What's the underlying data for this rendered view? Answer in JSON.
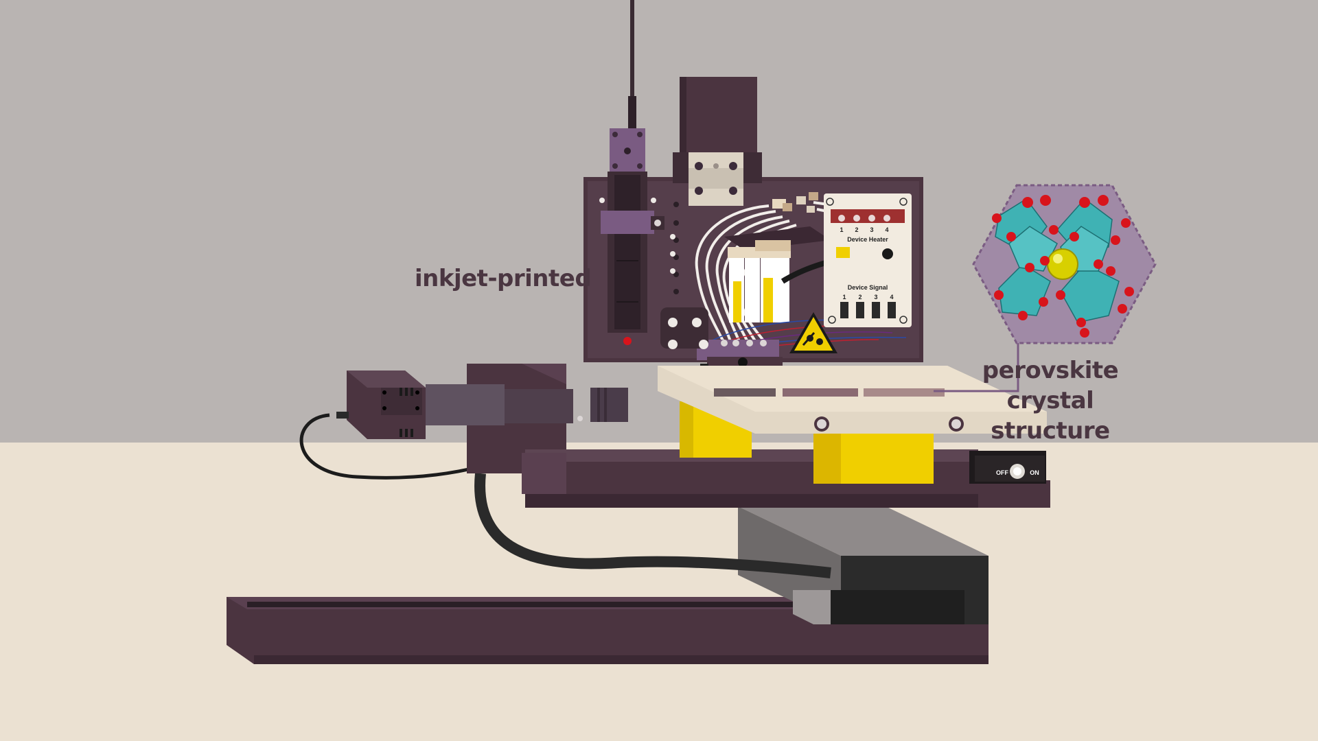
{
  "labels": {
    "inkjet": "inkjet-printed",
    "perovskite_line1": "perovskite crystal",
    "perovskite_line2": "structure"
  },
  "control_panel": {
    "heater_title": "Device Heater",
    "signal_title": "Device Signal",
    "channels": [
      "1",
      "2",
      "3",
      "4"
    ]
  },
  "switch": {
    "off": "OFF",
    "on": "ON"
  },
  "colors": {
    "wall": "#b9b4b2",
    "floor": "#ebe1d2",
    "machine": "#4b3440",
    "accent_yellow": "#f0cf00",
    "octahedron": "#3fb2b4",
    "oxygen": "#d8141c",
    "cation": "#d8d000",
    "label_text": "#4a3641"
  },
  "icons": [
    "warning-sign-icon",
    "power-switch-icon"
  ]
}
